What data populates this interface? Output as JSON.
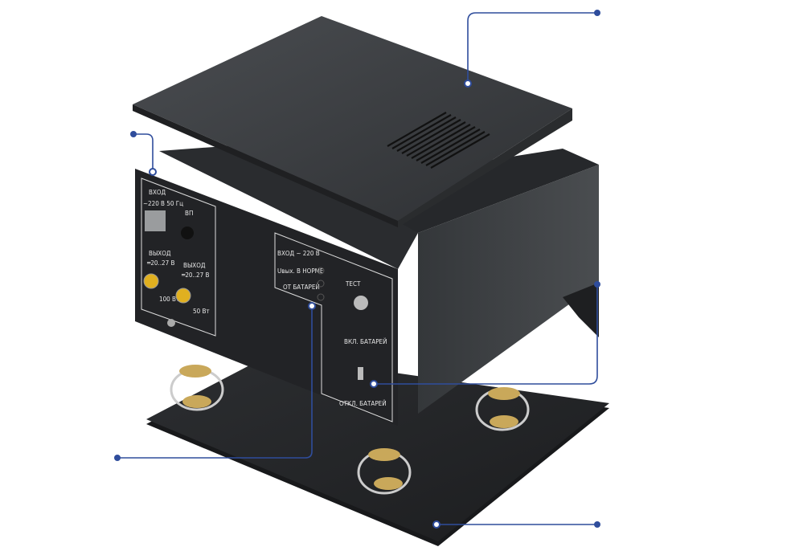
{
  "colors": {
    "callout": "#2f4d9c",
    "metal_dark": "#2b2d30",
    "metal_mid": "#3c3f43",
    "brass": "#c9a85a",
    "connector_yellow": "#e0b020"
  },
  "front_panel": {
    "input_label": "ВХОД",
    "input_spec": "~220 В 50 Гц",
    "fuse_label": "ВП",
    "output1_label": "ВЫХОД",
    "output1_spec": "═20..27 В",
    "output1_power": "100 Вт",
    "output2_label": "ВЫХОД",
    "output2_spec": "═20..27 В",
    "output2_power": "50 Вт",
    "indicator_1": "ВХОД ~ 220 В",
    "indicator_2": "Uвых. В НОРМЕ",
    "indicator_3": "ОТ БАТАРЕЙ",
    "test_label": "ТЕСТ",
    "battery_on": "ВКЛ. БАТАРЕЙ",
    "battery_off": "ОТКЛ. БАТАРЕЙ"
  }
}
